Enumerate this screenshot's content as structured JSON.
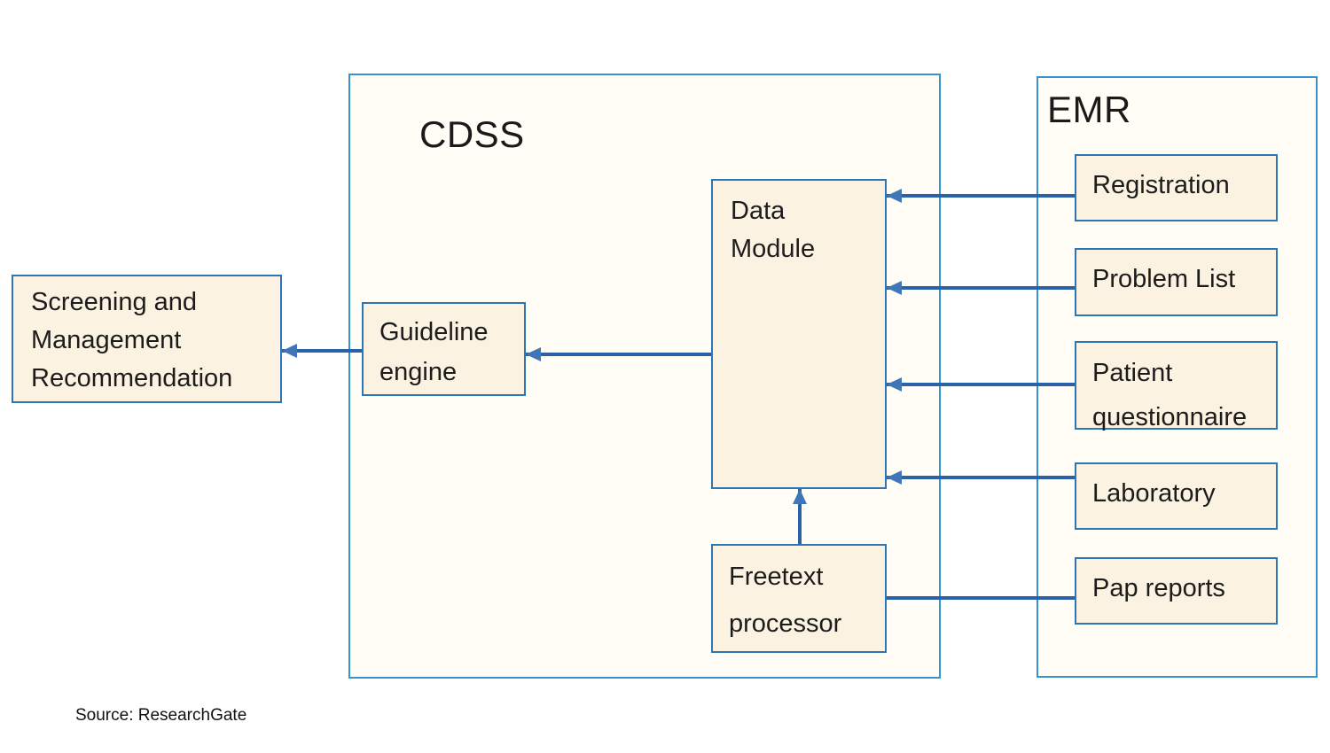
{
  "containers": {
    "cdss": {
      "title": "CDSS"
    },
    "emr": {
      "title": "EMR"
    }
  },
  "nodes": {
    "screening": {
      "lines": [
        "Screening and",
        "Management",
        "Recommendation"
      ]
    },
    "guideline_engine": {
      "lines": [
        "Guideline",
        "engine"
      ]
    },
    "data_module": {
      "lines": [
        "Data",
        "Module"
      ]
    },
    "freetext_processor": {
      "lines": [
        "Freetext",
        "processor"
      ]
    },
    "registration": {
      "label": "Registration"
    },
    "problem_list": {
      "label": "Problem List"
    },
    "patient_questionnaire": {
      "lines": [
        "Patient",
        "questionnaire"
      ]
    },
    "laboratory": {
      "label": "Laboratory"
    },
    "pap_reports": {
      "label": "Pap reports"
    }
  },
  "connections": [
    {
      "from": "Registration",
      "to": "Data Module",
      "arrow": true
    },
    {
      "from": "Problem List",
      "to": "Data Module",
      "arrow": true
    },
    {
      "from": "Patient questionnaire",
      "to": "Data Module",
      "arrow": true
    },
    {
      "from": "Laboratory",
      "to": "Data Module",
      "arrow": true
    },
    {
      "from": "Pap reports",
      "to": "Freetext processor",
      "arrow": false
    },
    {
      "from": "Freetext processor",
      "to": "Data Module",
      "arrow": true
    },
    {
      "from": "Data Module",
      "to": "Guideline engine",
      "arrow": true
    },
    {
      "from": "Guideline engine",
      "to": "Screening and Management Recommendation",
      "arrow": true
    }
  ],
  "colors": {
    "node_fill": "#fcf2e2",
    "node_border": "#2e75b6",
    "container_border": "#3793cf",
    "container_fill": "#fffdf6",
    "connector_line": "#2a62a9",
    "arrowhead": "#4076b7",
    "text": "#1c1c1c"
  },
  "footer": {
    "source_note": "Source: ResearchGate"
  }
}
